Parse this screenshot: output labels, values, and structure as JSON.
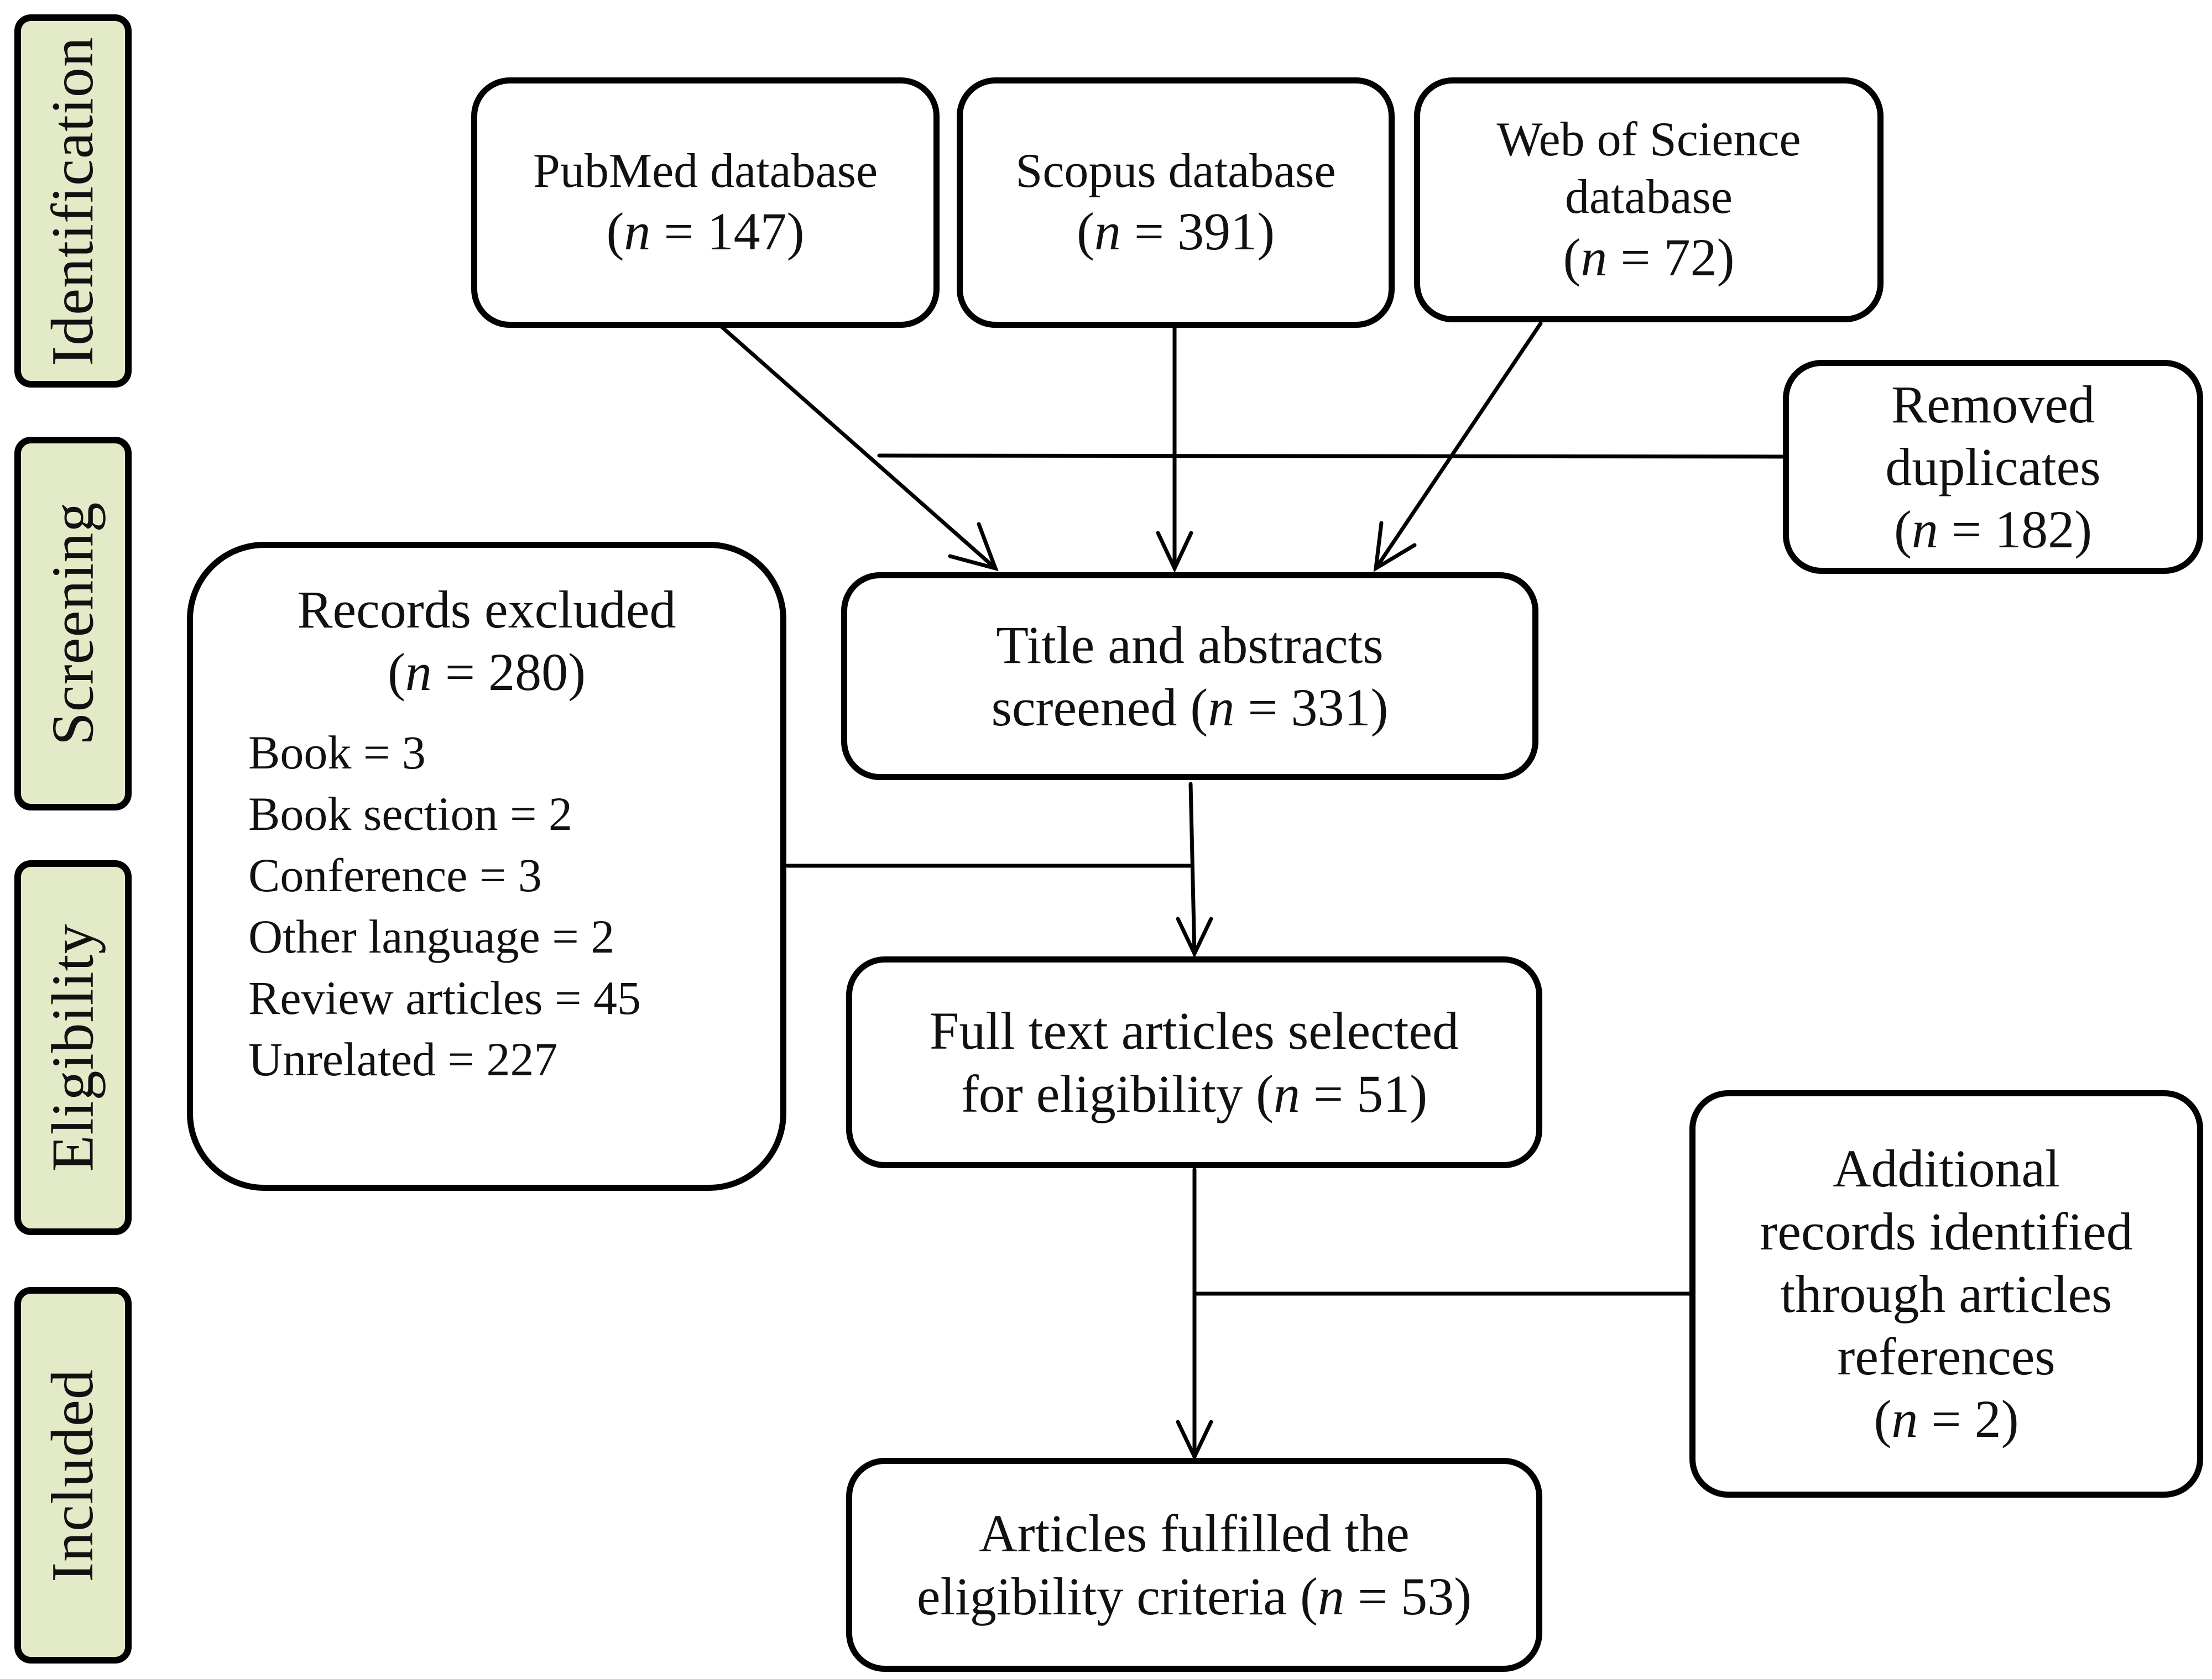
{
  "stages": {
    "identification": "Identification",
    "screening": "Screening",
    "eligibility": "Eligibility",
    "included": "Included"
  },
  "sources": {
    "pubmed": {
      "label": "PubMed database",
      "n": "147"
    },
    "scopus": {
      "label": "Scopus database",
      "n": "391"
    },
    "wos": {
      "label_line1": "Web of Science",
      "label_line2": "database",
      "n": "72"
    }
  },
  "n_symbol": "n",
  "removed": {
    "line1": "Removed",
    "line2": "duplicates",
    "n": "182"
  },
  "screened": {
    "line1": "Title and abstracts",
    "line2_prefix": "screened",
    "n": "331"
  },
  "excluded": {
    "title": "Records excluded",
    "n": "280",
    "items": [
      "Book = 3",
      "Book section = 2",
      "Conference  = 3",
      "Other language = 2",
      "Review articles  = 45",
      "Unrelated  = 227"
    ]
  },
  "fulltext": {
    "line1": "Full text articles selected",
    "line2_prefix": "for eligibility",
    "n": "51"
  },
  "additional": {
    "line1": "Additional",
    "line2": "records identified",
    "line3": "through articles",
    "line4": "references",
    "n": "2"
  },
  "final": {
    "line1": "Articles fulfilled the",
    "line2_prefix": "eligibility  criteria",
    "n": "53"
  }
}
